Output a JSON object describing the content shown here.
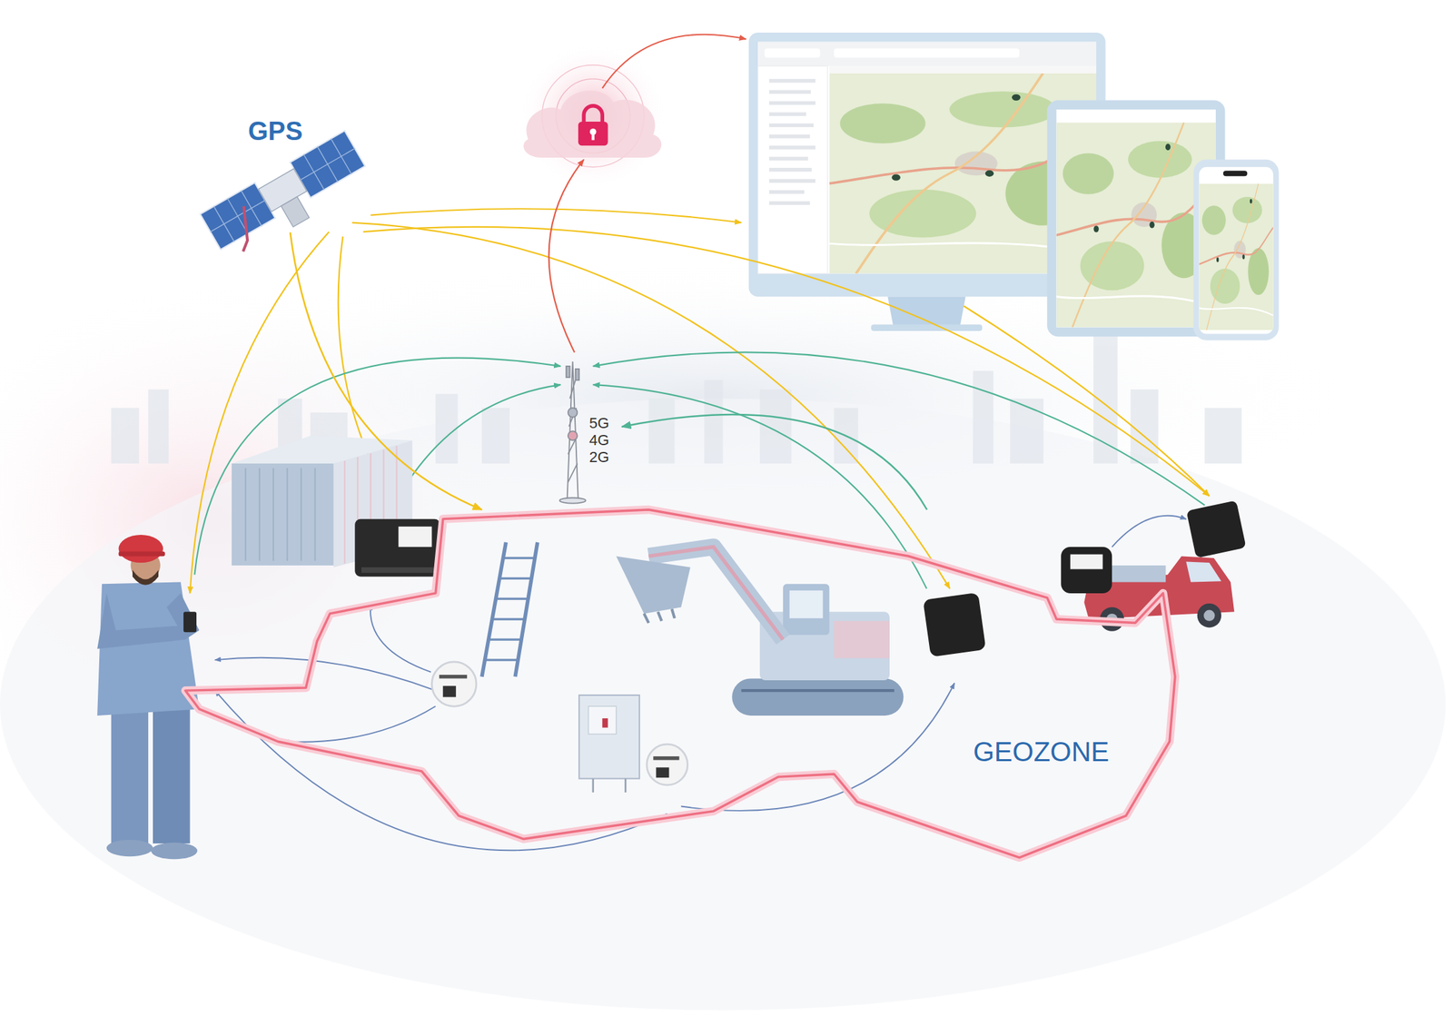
{
  "diagram": {
    "nodes": [
      {
        "text": [
          "GPS"
        ]
      },
      {
        "text": [
          "5G 4G 2G"
        ]
      },
      {
        "text": [
          "GEOZONE"
        ]
      }
    ],
    "edges": [
      {
        "from": 0,
        "to": 2,
        "arrow": "to"
      },
      {
        "from": 2,
        "to": 1,
        "arrow": "to"
      }
    ]
  }
}
